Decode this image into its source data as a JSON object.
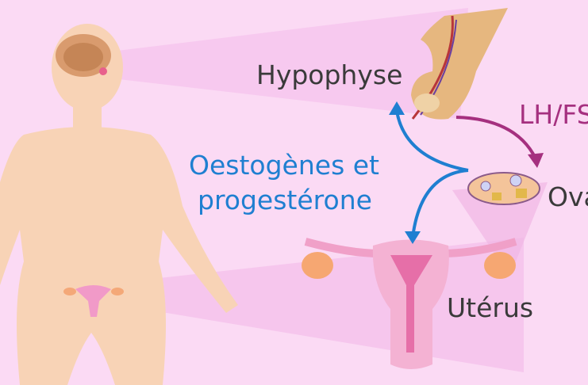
{
  "labels": {
    "pituitary": "Hypophyse",
    "hormones_lh_fsh": "LH/FS",
    "hormones_estrogen_line1": "Oestogènes et",
    "hormones_estrogen_line2": "progestérone",
    "ovary": "Ova",
    "uterus": "Utérus"
  },
  "colors": {
    "background": "#fbdaf4",
    "skin": "#f8d3b6",
    "blue_arrow": "#1f7fd1",
    "purple_arrow": "#a5307f",
    "text": "#3a3a3a"
  }
}
